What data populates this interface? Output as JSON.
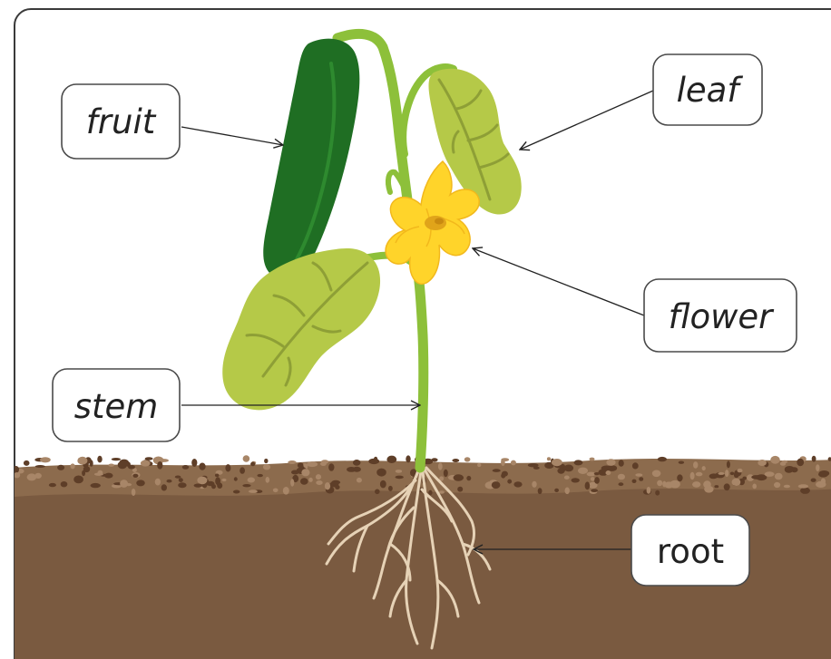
{
  "labels": {
    "fruit": "fruit",
    "leaf": "leaf",
    "flower": "flower",
    "stem": "stem",
    "root": "root"
  },
  "colors": {
    "soil": "#7A5A40",
    "soil_top_crumbs": "#5E3E28",
    "soil_light_crumbs": "#A88668",
    "stem": "#8DC03A",
    "leaf": "#B5C948",
    "leaf_vein": "#8E9F36",
    "fruit": "#1F6E23",
    "fruit_highlight": "#2E8A2F",
    "flower_petal": "#FFD42A",
    "flower_center": "#E0A41A",
    "root": "#E6D2B6",
    "label_border": "#4A4A4A",
    "frame_border": "#3A3A3A"
  },
  "icons": {
    "plant": "cucumber-plant-illustration"
  }
}
